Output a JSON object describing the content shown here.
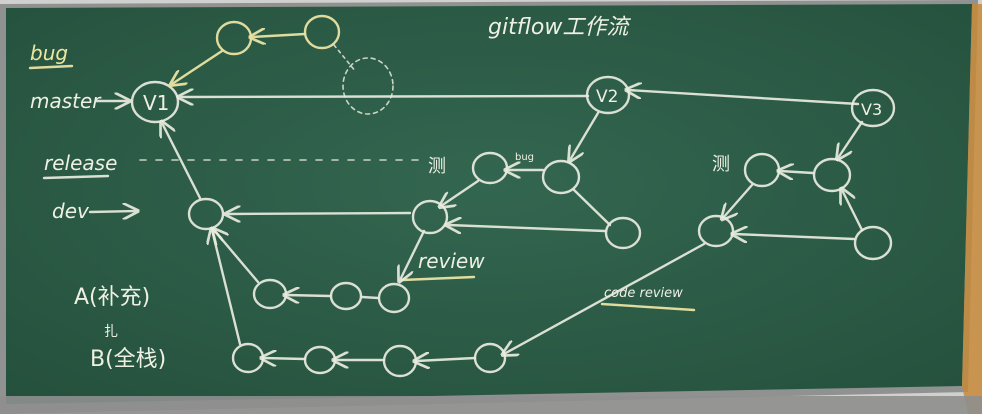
{
  "title": "gitflow工作流",
  "labels": {
    "bug": "bug",
    "master": "master",
    "release": "release",
    "dev": "dev",
    "review": "review",
    "code_review": "code review",
    "test_left": "测",
    "test_right": "测",
    "bug_small": "bug",
    "person_a": "A(补充)",
    "person_b": "B(全栈)",
    "b_mark": "扎"
  },
  "versions": {
    "v1": "V1",
    "v2": "V2",
    "v3": "V3"
  },
  "colors": {
    "board": "#2e5b44",
    "chalk": "#e9ecdf",
    "chalk_yellow": "#e9e3a3",
    "frame": "#c9c9c9"
  }
}
